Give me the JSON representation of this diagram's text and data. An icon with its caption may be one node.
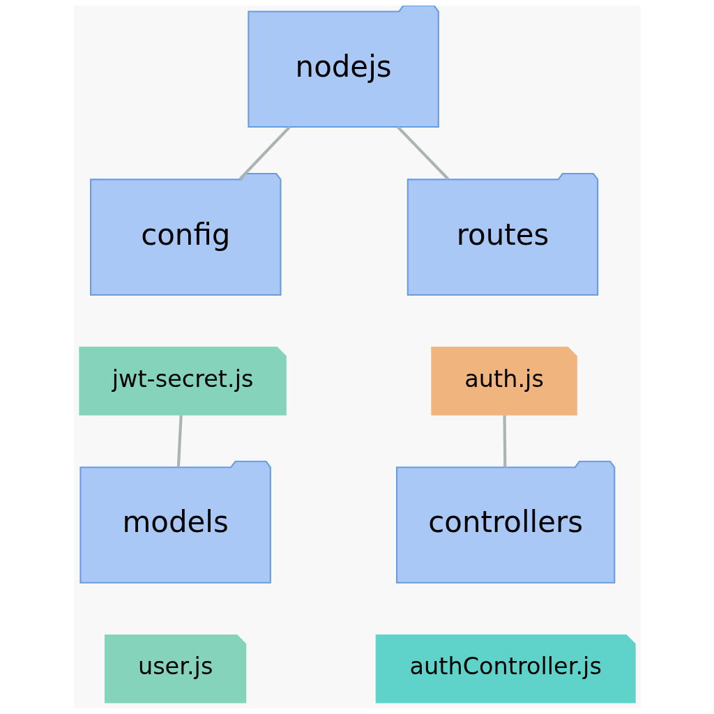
{
  "diagram": {
    "nodes": [
      {
        "text": [
          "nodejs"
        ]
      },
      {
        "text": [
          "config"
        ]
      },
      {
        "text": [
          "routes"
        ]
      },
      {
        "text": [
          "jwt-secret.js"
        ]
      },
      {
        "text": [
          "auth.js"
        ]
      },
      {
        "text": [
          "models"
        ]
      },
      {
        "text": [
          "controllers"
        ]
      },
      {
        "text": [
          "user.js"
        ]
      },
      {
        "text": [
          "authController.js"
        ]
      }
    ],
    "edges": [
      {
        "from": 0,
        "to": 1,
        "arrow": "none"
      },
      {
        "from": 0,
        "to": 2,
        "arrow": "none"
      },
      {
        "from": 3,
        "to": 5,
        "arrow": "none"
      },
      {
        "from": 4,
        "to": 6,
        "arrow": "none"
      }
    ]
  }
}
